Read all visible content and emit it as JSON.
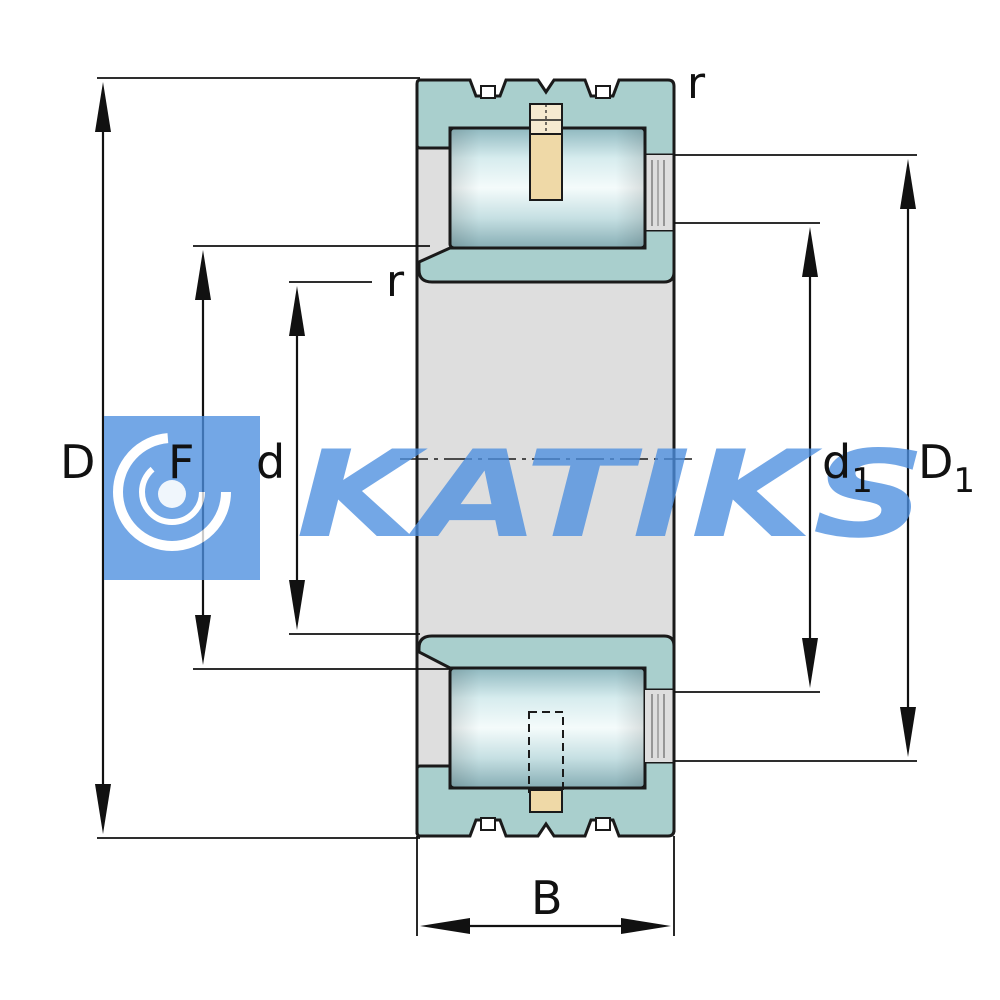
{
  "labels": {
    "D": "D",
    "F": "F",
    "d": "d",
    "d1_main": "d",
    "d1_sub": "1",
    "D1_main": "D",
    "D1_sub": "1",
    "B": "B",
    "r_top": "r",
    "r_inner": "r"
  },
  "watermark": {
    "text": "KATIKS"
  },
  "colors": {
    "ring_fill": "#a9cfcd",
    "roller_fill": "#bcdcdf",
    "bore_fill": "#dedede",
    "pin_fill": "#efd9a7",
    "watermark_blue": "#4d8fe0"
  }
}
